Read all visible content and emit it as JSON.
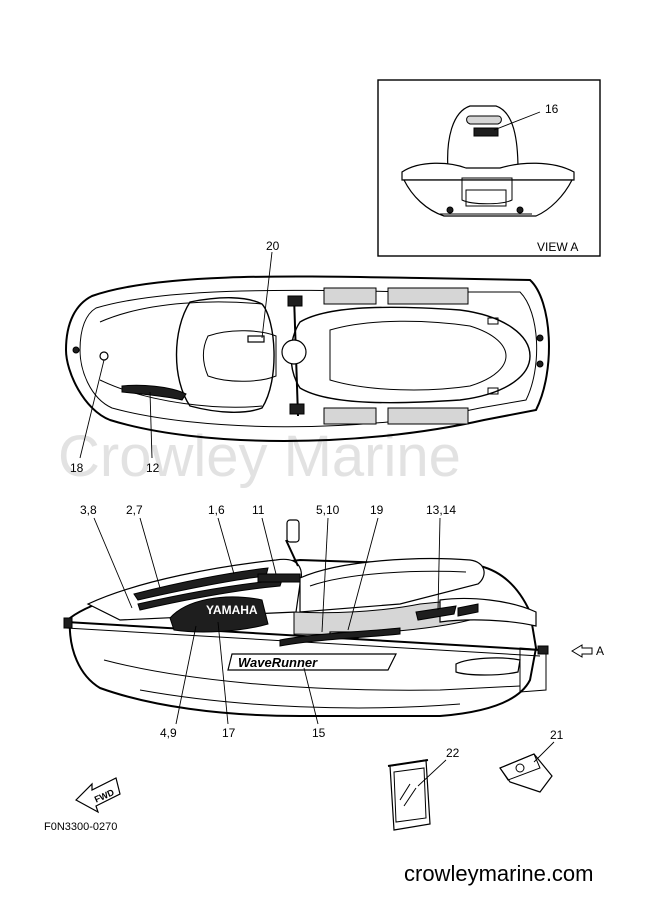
{
  "watermark": "Crowley Marine",
  "website": "crowleymarine.com",
  "figure_code": "F0N3300-0270",
  "view_label": "VIEW A",
  "view_arrow_label": "A",
  "fwd_label": "FWD",
  "wave_runner_text": "WaveRunner",
  "yamaha_text": "YAMAHA",
  "callouts": {
    "c16": "16",
    "c20": "20",
    "c18": "18",
    "c12": "12",
    "c3_8": "3,8",
    "c2_7": "2,7",
    "c1_6": "1,6",
    "c11": "11",
    "c5_10": "5,10",
    "c19": "19",
    "c13_14": "13,14",
    "c4_9": "4,9",
    "c17": "17",
    "c15": "15",
    "c22": "22",
    "c21": "21"
  }
}
